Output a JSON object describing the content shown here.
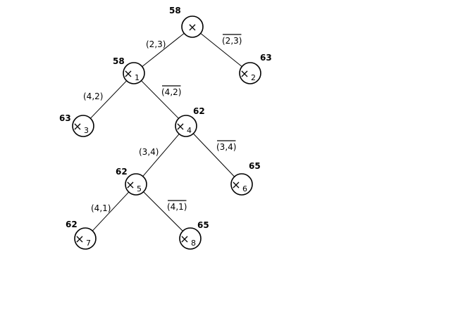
{
  "nodes": [
    {
      "id": "root",
      "label": "×",
      "sub": "",
      "cost": "58"
    },
    {
      "id": "x1",
      "label": "×",
      "sub": "1",
      "cost": "58"
    },
    {
      "id": "x2",
      "label": "×",
      "sub": "2",
      "cost": "63"
    },
    {
      "id": "x3",
      "label": "×",
      "sub": "3",
      "cost": "63"
    },
    {
      "id": "x4",
      "label": "×",
      "sub": "4",
      "cost": "62"
    },
    {
      "id": "x5",
      "label": "×",
      "sub": "5",
      "cost": "62"
    },
    {
      "id": "x6",
      "label": "×",
      "sub": "6",
      "cost": "65"
    },
    {
      "id": "x7",
      "label": "×",
      "sub": "7",
      "cost": "62"
    },
    {
      "id": "x8",
      "label": "×",
      "sub": "8",
      "cost": "65"
    }
  ],
  "edges": [
    {
      "from": "root",
      "to": "x1",
      "label": "(2,3)",
      "negated": false
    },
    {
      "from": "root",
      "to": "x2",
      "label": "(2,3)",
      "negated": true
    },
    {
      "from": "x1",
      "to": "x3",
      "label": "(4,2)",
      "negated": false
    },
    {
      "from": "x1",
      "to": "x4",
      "label": "(4,2)",
      "negated": true
    },
    {
      "from": "x4",
      "to": "x5",
      "label": "(3,4)",
      "negated": false
    },
    {
      "from": "x4",
      "to": "x6",
      "label": "(3,4)",
      "negated": true
    },
    {
      "from": "x5",
      "to": "x7",
      "label": "(4,1)",
      "negated": false
    },
    {
      "from": "x5",
      "to": "x8",
      "label": "(4,1)",
      "negated": true
    }
  ]
}
